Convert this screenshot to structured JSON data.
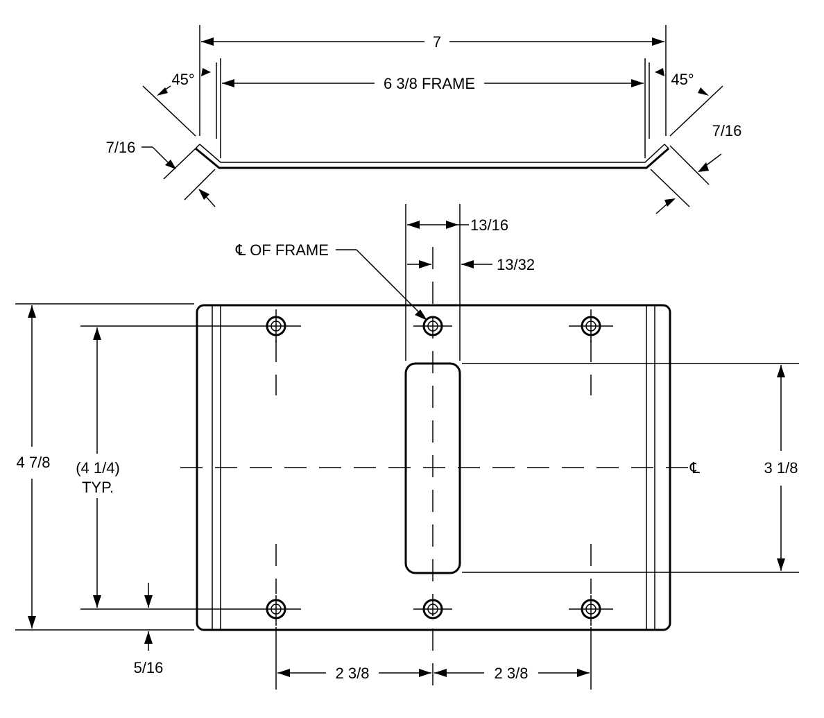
{
  "side_view": {
    "overall_width": "7",
    "frame_width": "6 3/8 FRAME",
    "bend_angle_left": "45°",
    "bend_angle_right": "45°",
    "flange_left": "7/16",
    "flange_right": "7/16"
  },
  "plan_view": {
    "slot_width": "13/16",
    "slot_half_width": "13/32",
    "centerline_label": "℄ OF FRAME",
    "centerline_symbol": "℄",
    "overall_height": "4 7/8",
    "hole_spacing_vertical": "(4 1/4)",
    "hole_spacing_vertical_note": "TYP.",
    "slot_height": "3 1/8",
    "edge_offset": "5/16",
    "hole_spacing_left": "2 3/8",
    "hole_spacing_right": "2 3/8"
  }
}
